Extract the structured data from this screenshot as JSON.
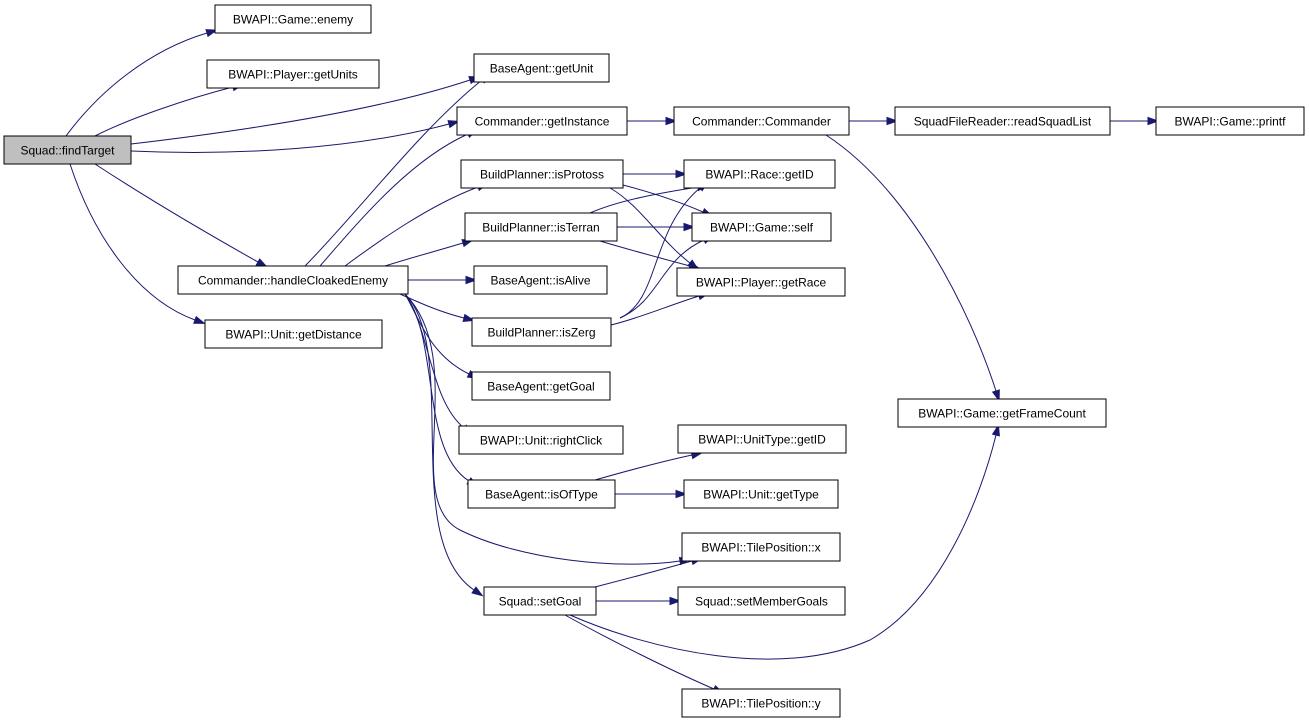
{
  "colors": {
    "edge": "#191970",
    "node_fill": "#ffffff",
    "root_fill": "#bfbfbf",
    "node_stroke": "#000000",
    "background": "#ffffff"
  },
  "nodes": [
    {
      "id": "findTarget",
      "label": "Squad::findTarget",
      "root": true
    },
    {
      "id": "gameEnemy",
      "label": "BWAPI::Game::enemy"
    },
    {
      "id": "playerGetUnits",
      "label": "BWAPI::Player::getUnits"
    },
    {
      "id": "baseGetUnit",
      "label": "BaseAgent::getUnit"
    },
    {
      "id": "cmdGetInstance",
      "label": "Commander::getInstance"
    },
    {
      "id": "cmdCommander",
      "label": "Commander::Commander"
    },
    {
      "id": "sqfReadSquadList",
      "label": "SquadFileReader::readSquadList"
    },
    {
      "id": "gamePrintf",
      "label": "BWAPI::Game::printf"
    },
    {
      "id": "bpIsProtoss",
      "label": "BuildPlanner::isProtoss"
    },
    {
      "id": "raceGetID",
      "label": "BWAPI::Race::getID"
    },
    {
      "id": "bpIsTerran",
      "label": "BuildPlanner::isTerran"
    },
    {
      "id": "gameSelf",
      "label": "BWAPI::Game::self"
    },
    {
      "id": "cmdHandleCloaked",
      "label": "Commander::handleCloakedEnemy"
    },
    {
      "id": "baseIsAlive",
      "label": "BaseAgent::isAlive"
    },
    {
      "id": "playerGetRace",
      "label": "BWAPI::Player::getRace"
    },
    {
      "id": "unitGetDistance",
      "label": "BWAPI::Unit::getDistance"
    },
    {
      "id": "bpIsZerg",
      "label": "BuildPlanner::isZerg"
    },
    {
      "id": "baseGetGoal",
      "label": "BaseAgent::getGoal"
    },
    {
      "id": "gameGetFrameCount",
      "label": "BWAPI::Game::getFrameCount"
    },
    {
      "id": "unitRightClick",
      "label": "BWAPI::Unit::rightClick"
    },
    {
      "id": "unitTypeGetID",
      "label": "BWAPI::UnitType::getID"
    },
    {
      "id": "baseIsOfType",
      "label": "BaseAgent::isOfType"
    },
    {
      "id": "unitGetType",
      "label": "BWAPI::Unit::getType"
    },
    {
      "id": "tileX",
      "label": "BWAPI::TilePosition::x"
    },
    {
      "id": "squadSetGoal",
      "label": "Squad::setGoal"
    },
    {
      "id": "squadSetMemberGoals",
      "label": "Squad::setMemberGoals"
    },
    {
      "id": "tileY",
      "label": "BWAPI::TilePosition::y"
    }
  ],
  "edges": [
    [
      "findTarget",
      "gameEnemy"
    ],
    [
      "findTarget",
      "playerGetUnits"
    ],
    [
      "findTarget",
      "baseGetUnit"
    ],
    [
      "findTarget",
      "cmdGetInstance"
    ],
    [
      "findTarget",
      "cmdHandleCloaked"
    ],
    [
      "findTarget",
      "unitGetDistance"
    ],
    [
      "cmdGetInstance",
      "cmdCommander"
    ],
    [
      "cmdCommander",
      "sqfReadSquadList"
    ],
    [
      "sqfReadSquadList",
      "gamePrintf"
    ],
    [
      "cmdCommander",
      "gameGetFrameCount"
    ],
    [
      "cmdHandleCloaked",
      "baseGetUnit"
    ],
    [
      "cmdHandleCloaked",
      "cmdGetInstance"
    ],
    [
      "cmdHandleCloaked",
      "bpIsProtoss"
    ],
    [
      "cmdHandleCloaked",
      "bpIsTerran"
    ],
    [
      "cmdHandleCloaked",
      "baseIsAlive"
    ],
    [
      "cmdHandleCloaked",
      "bpIsZerg"
    ],
    [
      "cmdHandleCloaked",
      "baseGetGoal"
    ],
    [
      "cmdHandleCloaked",
      "unitRightClick"
    ],
    [
      "cmdHandleCloaked",
      "baseIsOfType"
    ],
    [
      "cmdHandleCloaked",
      "tileX"
    ],
    [
      "cmdHandleCloaked",
      "squadSetGoal"
    ],
    [
      "bpIsProtoss",
      "raceGetID"
    ],
    [
      "bpIsProtoss",
      "gameSelf"
    ],
    [
      "bpIsProtoss",
      "playerGetRace"
    ],
    [
      "bpIsTerran",
      "raceGetID"
    ],
    [
      "bpIsTerran",
      "gameSelf"
    ],
    [
      "bpIsTerran",
      "playerGetRace"
    ],
    [
      "bpIsZerg",
      "raceGetID"
    ],
    [
      "bpIsZerg",
      "gameSelf"
    ],
    [
      "bpIsZerg",
      "playerGetRace"
    ],
    [
      "baseIsOfType",
      "unitTypeGetID"
    ],
    [
      "baseIsOfType",
      "unitGetType"
    ],
    [
      "squadSetGoal",
      "tileX"
    ],
    [
      "squadSetGoal",
      "squadSetMemberGoals"
    ],
    [
      "squadSetGoal",
      "gameGetFrameCount"
    ],
    [
      "squadSetGoal",
      "tileY"
    ]
  ]
}
